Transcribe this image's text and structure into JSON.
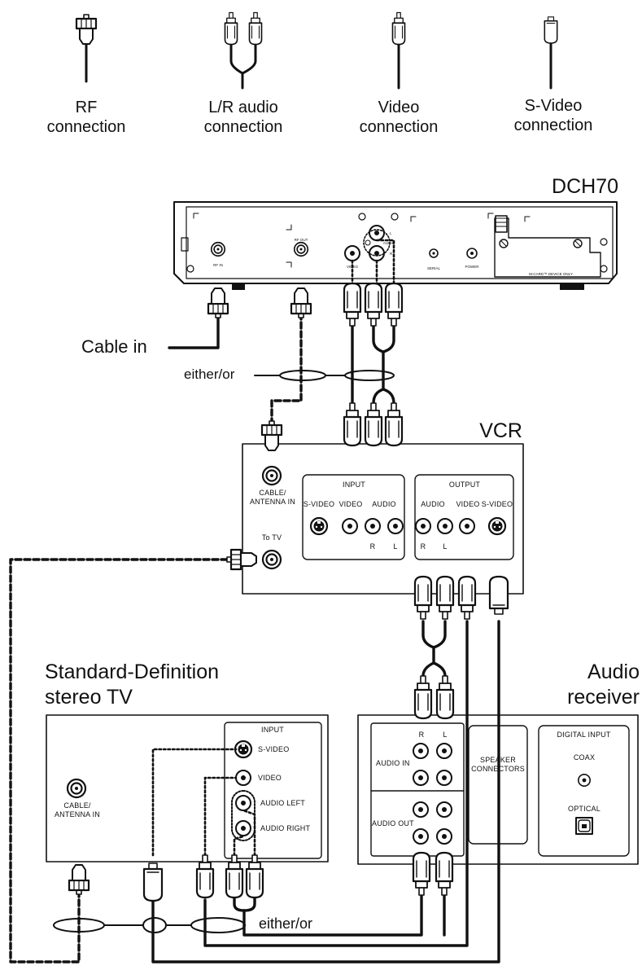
{
  "legend": [
    {
      "id": "rf",
      "line1": "RF",
      "line2": "connection"
    },
    {
      "id": "lr",
      "line1": "L/R audio",
      "line2": "connection"
    },
    {
      "id": "video",
      "line1": "Video",
      "line2": "connection"
    },
    {
      "id": "svideo",
      "line1": "S-Video",
      "line2": "connection"
    }
  ],
  "devices": {
    "dch70": {
      "title": "DCH70",
      "ports": {
        "rf_in": "RF IN",
        "rf_out": "RF OUT",
        "video": "VIDEO",
        "audio": "AUDIO",
        "l": "L",
        "r": "R",
        "serial": "SERIAL",
        "power": "POWER",
        "mcard": "M-CARD™ DEVICE ONLY"
      }
    },
    "vcr": {
      "title": "VCR",
      "cable_in": [
        "CABLE/",
        "ANTENNA IN"
      ],
      "to_tv": "To TV",
      "input": {
        "title": "INPUT",
        "svideo": "S-VIDEO",
        "video": "VIDEO",
        "audio": "AUDIO",
        "r": "R",
        "l": "L"
      },
      "output": {
        "title": "OUTPUT",
        "audio": "AUDIO",
        "video": "VIDEO",
        "svideo": "S-VIDEO",
        "r": "R",
        "l": "L"
      }
    },
    "tv": {
      "title_line1": "Standard-Definition",
      "title_line2": "stereo TV",
      "cable_in": [
        "CABLE/",
        "ANTENNA IN"
      ],
      "input": {
        "title": "INPUT",
        "svideo": "S-VIDEO",
        "video": "VIDEO",
        "audio_left": "AUDIO LEFT",
        "audio_right": "AUDIO RIGHT"
      }
    },
    "receiver": {
      "title_line1": "Audio",
      "title_line2": "receiver",
      "r": "R",
      "l": "L",
      "audio_in": "AUDIO IN",
      "audio_out": "AUDIO OUT",
      "speaker": [
        "SPEAKER",
        "CONNECTORS"
      ],
      "digital": {
        "title": "DIGITAL INPUT",
        "coax": "COAX",
        "optical": "OPTICAL"
      }
    }
  },
  "labels": {
    "cable_in": "Cable in",
    "either_or_top": "either/or",
    "either_or_bottom": "either/or"
  }
}
